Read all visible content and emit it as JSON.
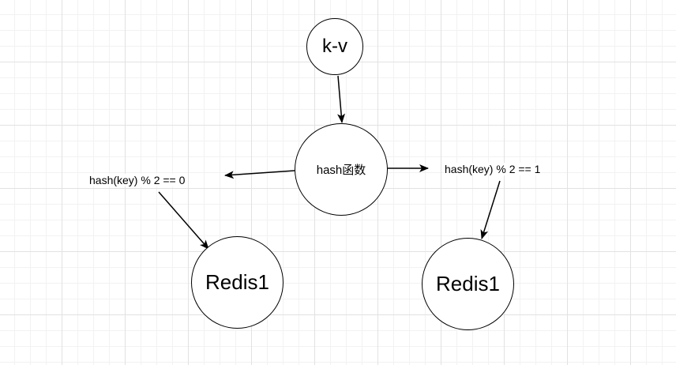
{
  "nodes": {
    "kv": "k-v",
    "hash": "hash函数",
    "redis_left": "Redis1",
    "redis_right": "Redis1"
  },
  "labels": {
    "left": "hash(key) % 2 == 0",
    "right": "hash(key) % 2 == 1"
  },
  "colors": {
    "stroke": "#000000",
    "grid": "#e2e2e2",
    "background": "#ffffff"
  }
}
